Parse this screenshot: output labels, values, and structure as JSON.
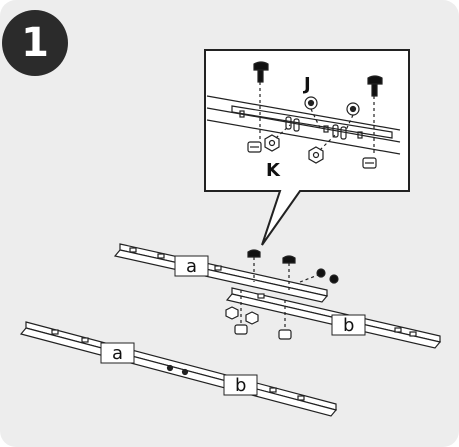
{
  "step": {
    "number": "1"
  },
  "detail": {
    "labels": {
      "j": "J",
      "k": "K"
    }
  },
  "rails": {
    "upper_left_label": "a",
    "upper_right_label": "b",
    "lower_left_label": "a",
    "lower_right_label": "b"
  },
  "colors": {
    "panel": "#ededed",
    "badge": "#2b2b2b",
    "line": "#222222",
    "label_box": "#ffffff"
  }
}
